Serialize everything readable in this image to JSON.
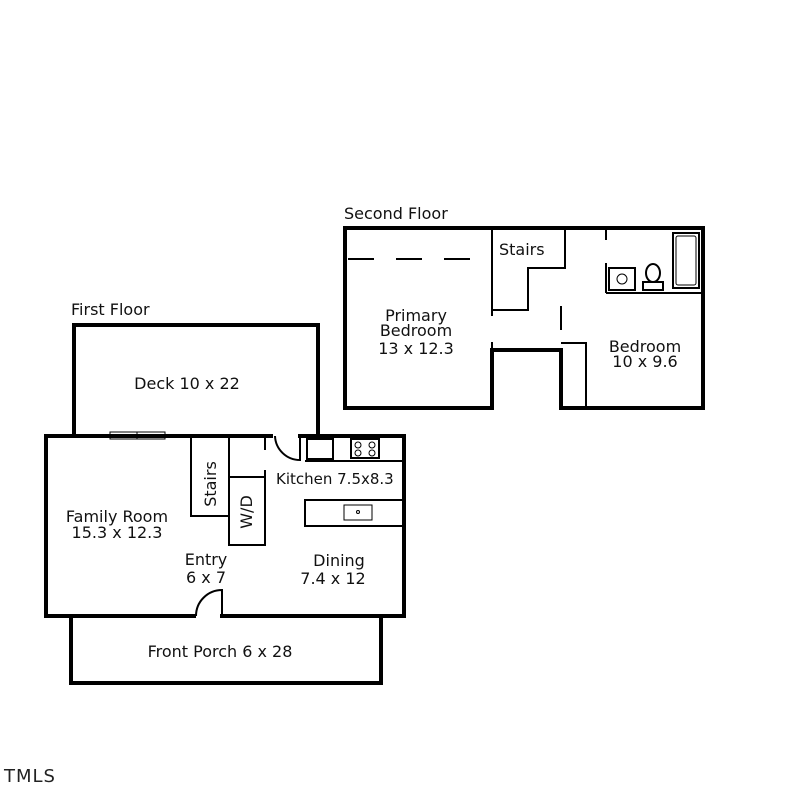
{
  "floors": {
    "first": {
      "title": "First Floor",
      "rooms": {
        "deck": "Deck 10 x 22",
        "family_room_name": "Family Room",
        "family_room_size": "15.3 x 12.3",
        "stairs": "Stairs",
        "wd": "W/D",
        "kitchen": "Kitchen 7.5x8.3",
        "entry_name": "Entry",
        "entry_size": "6 x 7",
        "dining_name": "Dining",
        "dining_size": "7.4 x 12",
        "front_porch": "Front Porch 6 x 28"
      }
    },
    "second": {
      "title": "Second Floor",
      "rooms": {
        "stairs": "Stairs",
        "primary_line1": "Primary",
        "primary_line2": "Bedroom",
        "primary_size": "13 x 12.3",
        "bedroom_name": "Bedroom",
        "bedroom_size": "10 x 9.6"
      }
    }
  },
  "watermark": "TMLS"
}
